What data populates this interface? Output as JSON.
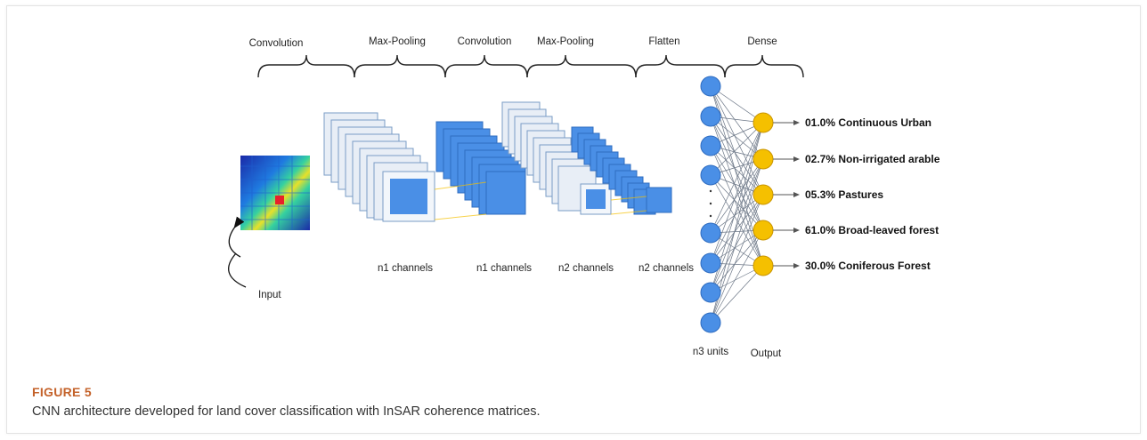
{
  "figure": {
    "stage_labels": [
      "Convolution",
      "Max-Pooling",
      "Convolution",
      "Max-Pooling",
      "Flatten",
      "Dense"
    ],
    "input_label": "Input",
    "channel_labels": [
      "n1 channels",
      "n1 channels",
      "n2 channels",
      "n2 channels"
    ],
    "units_label": "n3 units",
    "output_label": "Output",
    "classes": [
      {
        "text": "01.0% Continuous Urban",
        "highlight": false
      },
      {
        "text": "02.7% Non-irrigated arable",
        "highlight": false
      },
      {
        "text": "05.3% Pastures",
        "highlight": false
      },
      {
        "text": "61.0% Broad-leaved forest",
        "highlight": true
      },
      {
        "text": "30.0% Coniferous Forest",
        "highlight": false
      }
    ],
    "colors": {
      "blue_node": "#4a8fe6",
      "output_node": "#f5c000",
      "highlight_text": "#e8252b",
      "feature_map": "#4a8fe6",
      "feature_map_light": "#e8eef6"
    }
  },
  "caption": {
    "label": "FIGURE 5",
    "text": "CNN architecture developed for land cover classification with InSAR coherence matrices."
  }
}
